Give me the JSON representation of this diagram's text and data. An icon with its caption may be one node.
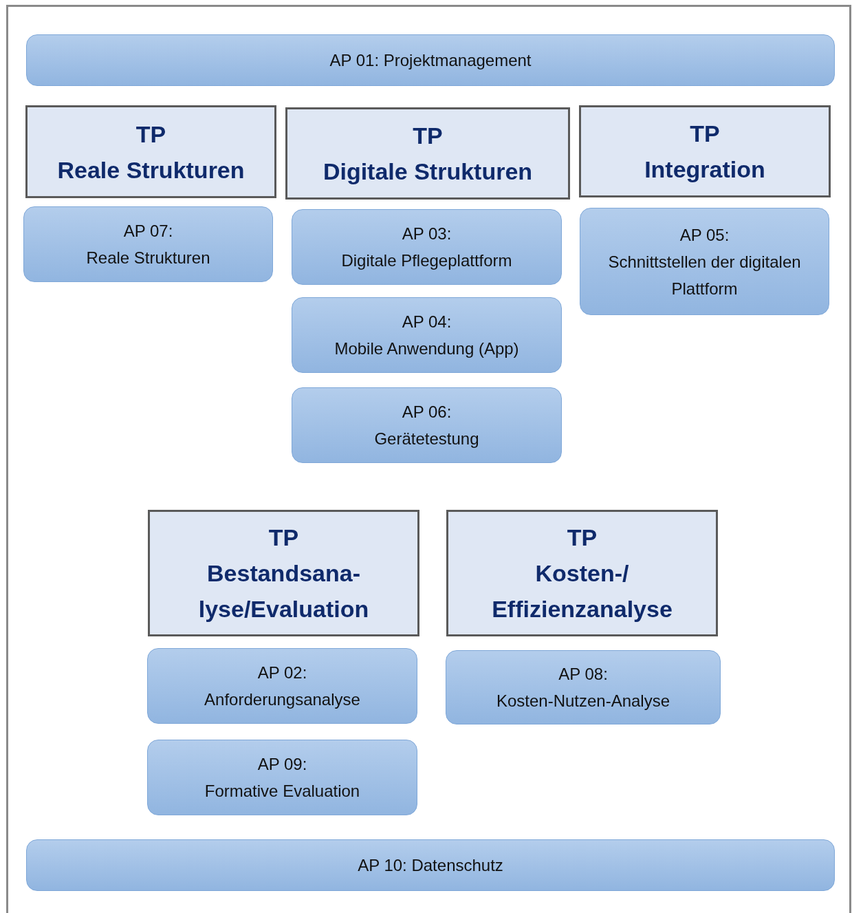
{
  "diagram": {
    "nodes": [
      {
        "text": [
          "AP 01: Projektmanagement"
        ]
      },
      {
        "text": [
          "TP",
          "Reale Strukturen"
        ]
      },
      {
        "text": [
          "AP 07:",
          "Reale Strukturen"
        ]
      },
      {
        "text": [
          "TP",
          "Digitale Strukturen"
        ]
      },
      {
        "text": [
          "AP 03:",
          "Digitale Pflegeplattform"
        ]
      },
      {
        "text": [
          "AP 04:",
          "Mobile Anwendung (App)"
        ]
      },
      {
        "text": [
          "AP 06:",
          "Gerätetestung"
        ]
      },
      {
        "text": [
          "TP",
          "Integration"
        ]
      },
      {
        "text": [
          "AP 05:",
          "Schnittstellen der digitalen Plattform"
        ]
      },
      {
        "text": [
          "TP",
          "Bestandsana- lyse/Evaluation"
        ]
      },
      {
        "text": [
          "AP 02:",
          "Anforderungsanalyse"
        ]
      },
      {
        "text": [
          "AP 09:",
          "Formative Evaluation"
        ]
      },
      {
        "text": [
          "TP",
          "Kosten-/ Effizienzanalyse"
        ]
      },
      {
        "text": [
          "AP 08:",
          "Kosten-Nutzen-Analyse"
        ]
      },
      {
        "text": [
          "AP 10: Datenschutz"
        ]
      }
    ]
  }
}
